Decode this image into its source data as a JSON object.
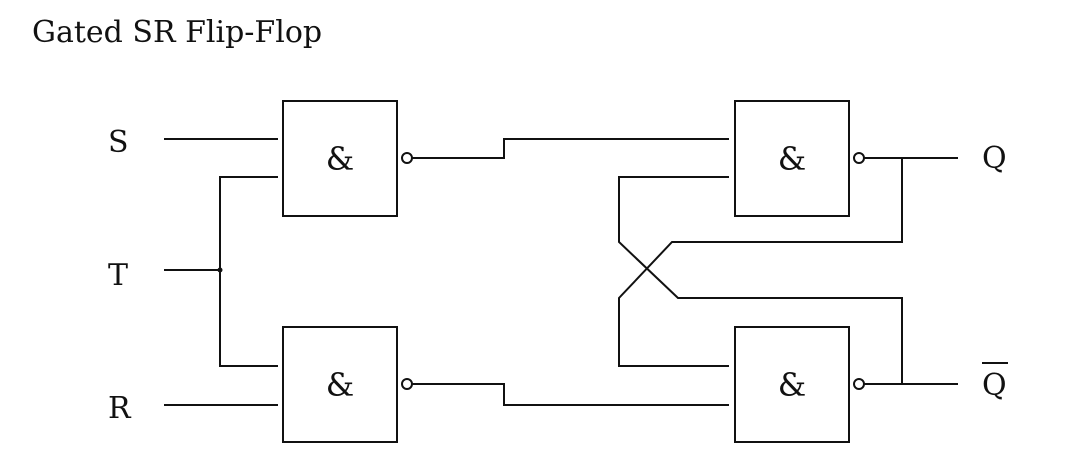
{
  "title": "Gated SR Flip-Flop",
  "inputs": {
    "s": "S",
    "t": "T",
    "r": "R"
  },
  "outputs": {
    "q": "Q",
    "q_bar": "Q"
  },
  "gates": [
    {
      "id": "nand-input-top",
      "symbol": "&"
    },
    {
      "id": "nand-input-bottom",
      "symbol": "&"
    },
    {
      "id": "nand-latch-top",
      "symbol": "&"
    },
    {
      "id": "nand-latch-bottom",
      "symbol": "&"
    }
  ]
}
